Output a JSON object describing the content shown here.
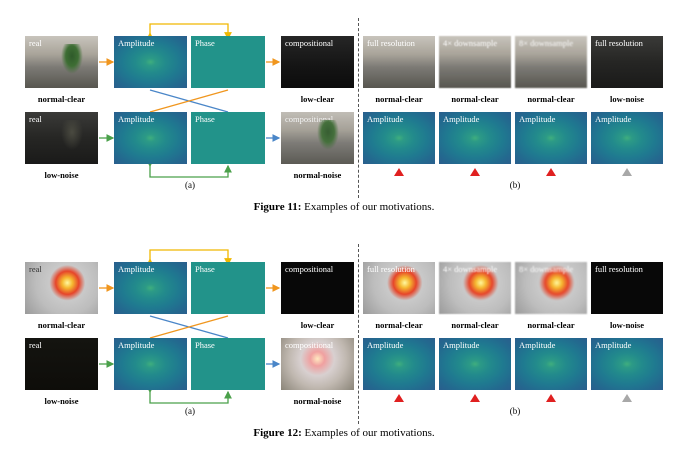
{
  "figures": [
    {
      "caption_label": "Figure 11:",
      "caption_text": "Examples of our motivations.",
      "scene": "office",
      "panel_a_label": "(a)",
      "panel_b_label": "(b)",
      "real_top_label": "real",
      "real_bottom_label": "real",
      "amplitude_label": "Amplitude",
      "phase_label": "Phase",
      "compositional_label": "compositional",
      "caption_normal_clear": "normal-clear",
      "caption_low_noise": "low-noise",
      "caption_low_clear": "low-clear",
      "caption_normal_noise": "normal-noise",
      "b_top_labels": [
        "full resolution",
        "4× downsample",
        "8× downsample",
        "full resolution"
      ],
      "b_captions": [
        "normal-clear",
        "normal-clear",
        "normal-clear",
        "low-noise"
      ],
      "b_amp_labels": [
        "Amplitude",
        "Amplitude",
        "Amplitude",
        "Amplitude"
      ],
      "b_markers": [
        "red",
        "red",
        "red",
        "gray"
      ]
    },
    {
      "caption_label": "Figure 12:",
      "caption_text": "Examples of our motivations.",
      "scene": "explosion",
      "panel_a_label": "(a)",
      "panel_b_label": "(b)",
      "real_top_label": "real",
      "real_bottom_label": "real",
      "amplitude_label": "Amplitude",
      "phase_label": "Phase",
      "compositional_label": "compositional",
      "caption_normal_clear": "normal-clear",
      "caption_low_noise": "low-noise",
      "caption_low_clear": "low-clear",
      "caption_normal_noise": "normal-noise",
      "b_top_labels": [
        "full resolution",
        "4× downsample",
        "8× downsample",
        "full resolution"
      ],
      "b_captions": [
        "normal-clear",
        "normal-clear",
        "normal-clear",
        "low-noise"
      ],
      "b_amp_labels": [
        "Amplitude",
        "Amplitude",
        "Amplitude",
        "Amplitude"
      ],
      "b_markers": [
        "red",
        "red",
        "red",
        "gray"
      ]
    }
  ],
  "colors": {
    "arrow_orange": "#f0961e",
    "arrow_blue": "#4a86c8",
    "arrow_green": "#4aa04a",
    "arrow_yellow": "#f0b800",
    "marker_red": "#e02020",
    "marker_gray": "#a8a8a8",
    "amplitude_teal": "#1f7a90",
    "phase_teal": "#22938a"
  }
}
